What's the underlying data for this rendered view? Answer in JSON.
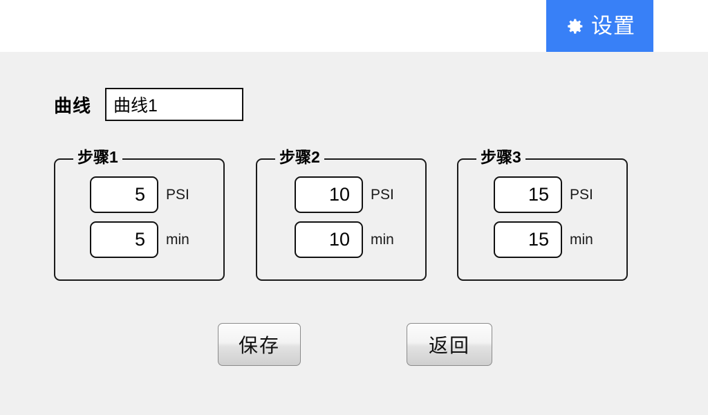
{
  "header": {
    "settings_button": {
      "label": "设置",
      "icon": "gear-icon",
      "background_color": "#3880f7",
      "text_color": "#ffffff"
    },
    "background_color": "#ffffff"
  },
  "page": {
    "background_color": "#f0f0f0"
  },
  "curve": {
    "label": "曲线",
    "value": "曲线1",
    "placeholder": ""
  },
  "steps": [
    {
      "legend": "步骤1",
      "pressure": {
        "value": "5",
        "unit": "PSI"
      },
      "duration": {
        "value": "5",
        "unit": "min"
      }
    },
    {
      "legend": "步骤2",
      "pressure": {
        "value": "10",
        "unit": "PSI"
      },
      "duration": {
        "value": "10",
        "unit": "min"
      }
    },
    {
      "legend": "步骤3",
      "pressure": {
        "value": "15",
        "unit": "PSI"
      },
      "duration": {
        "value": "15",
        "unit": "min"
      }
    }
  ],
  "actions": {
    "save_label": "保存",
    "return_label": "返回"
  }
}
